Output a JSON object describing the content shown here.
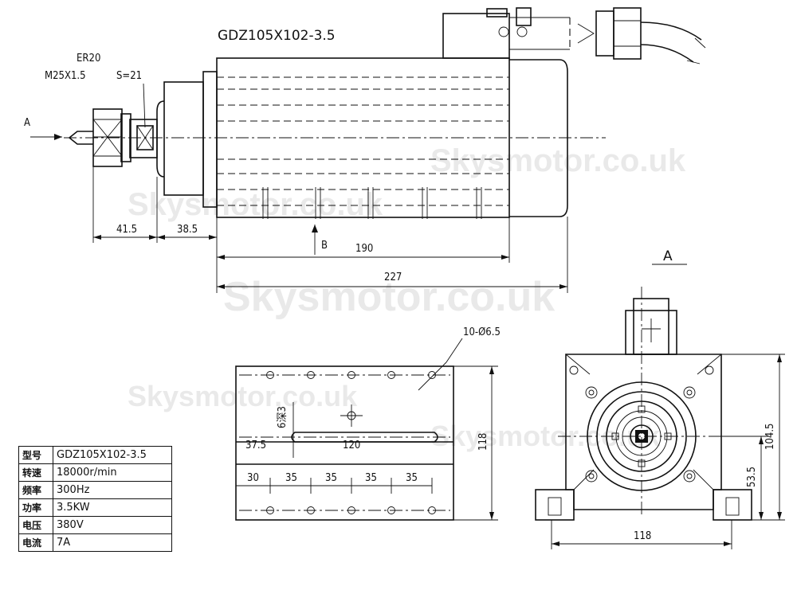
{
  "diagram": {
    "model_title": "GDZ105X102-3.5",
    "collet_label": "ER20",
    "thread_label": "M25X1.5",
    "wrench_label": "S=21",
    "view_a_arrow_label": "A",
    "view_a_title": "A",
    "view_b_label": "B",
    "dims": {
      "nose_length": "41.5",
      "front_length": "38.5",
      "body_length": "190",
      "total_length": "227",
      "holes_label": "10-Ø6.5",
      "slot_depth": "6深3",
      "slot_offset": "37.5",
      "slot_length": "120",
      "plate_width": "118",
      "hole_pitch_first": "30",
      "hole_pitch": [
        "35",
        "35",
        "35",
        "35"
      ],
      "front_width": "118",
      "center_height": "53.5",
      "total_height": "104.5"
    },
    "watermark": "Skysmotor.co.uk"
  },
  "specs": [
    {
      "key": "型号",
      "value": "GDZ105X102-3.5"
    },
    {
      "key": "转速",
      "value": "18000r/min"
    },
    {
      "key": "频率",
      "value": "300Hz"
    },
    {
      "key": "功率",
      "value": "3.5KW"
    },
    {
      "key": "电压",
      "value": "380V"
    },
    {
      "key": "电流",
      "value": "7A"
    }
  ]
}
